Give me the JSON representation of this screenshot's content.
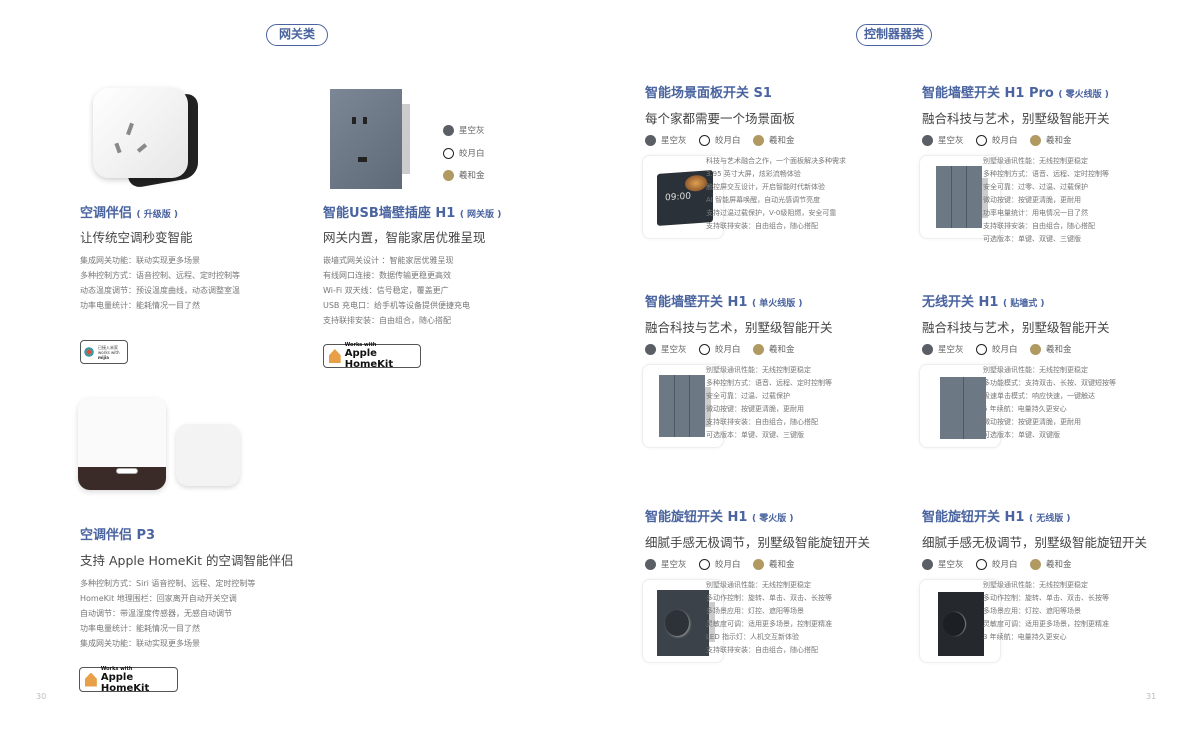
{
  "sections": {
    "left": "网关类",
    "right": "控制器器类"
  },
  "page_numbers": {
    "left": "30",
    "right": "31"
  },
  "colors": {
    "accent": "#4a64a0",
    "swatch_gray": "#5a5f66",
    "swatch_gold": "#b09a62"
  },
  "swatch_labels": [
    "星空灰",
    "皎月白",
    "羲和金"
  ],
  "left": {
    "p1": {
      "title": "空调伴侣",
      "variant": "( 升级版 )",
      "subtitle": "让传统空调秒变智能",
      "specs": [
        "集成网关功能：联动实现更多场景",
        "多种控制方式：语音控制、远程、定时控制等",
        "动态温度调节：预设温度曲线，动态调整室温",
        "功率电量统计：能耗情况一目了然"
      ],
      "badge": {
        "line1": "已接入米家",
        "line2": "works with",
        "line3": "mijia"
      }
    },
    "p2": {
      "title": "智能USB墙壁插座 H1",
      "variant": "( 网关版 )",
      "subtitle": "网关内置，智能家居优雅呈现",
      "specs": [
        "嵌墙式网关设计 ：智能家居优雅呈现",
        "有线网口连接：数据传输更稳更高效",
        "Wi-Fi 双天线：信号稳定，覆盖更广",
        "USB 充电口：给手机等设备提供便捷充电",
        "支持联排安装：自由组合，随心搭配"
      ],
      "badge": {
        "small": "Works with",
        "big": "Apple HomeKit"
      }
    },
    "p3": {
      "title": "空调伴侣 P3",
      "subtitle": "支持 Apple HomeKit 的空调智能伴侣",
      "specs": [
        "多种控制方式：Siri 语音控制、远程、定时控制等",
        "HomeKit 地理围栏：回家离开自动开关空调",
        "自动调节：带温湿度传感器，无感自动调节",
        "功率电量统计：能耗情况一目了然",
        "集成网关功能：联动实现更多场景"
      ],
      "badge": {
        "small": "Works with",
        "big": "Apple HomeKit"
      }
    }
  },
  "right": [
    {
      "title": "智能场景面板开关 S1",
      "variant": "",
      "subtitle": "每个家都需要一个场景面板",
      "image": "screen",
      "screen_time": "09:00",
      "specs": [
        "科技与艺术融合之作，一个面板解决多种需求",
        "3.95 英寸大屏，炫彩流畅体验",
        "触控屏交互设计，开启智能时代新体验",
        "AI 智能屏幕唤醒，自动光感调节亮度",
        "支持过温过载保护，V-0级阻燃，安全可靠",
        "支持联排安装：自由组合，随心搭配"
      ]
    },
    {
      "title": "智能墙壁开关 H1 Pro",
      "variant": "( 零火线版 )",
      "subtitle": "融合科技与艺术，别墅级智能开关",
      "image": "switch3",
      "specs": [
        "别墅级通讯性能：无线控制更稳定",
        "多种控制方式：语音、远程、定时控制等",
        "安全可靠：过零、过温、过载保护",
        "微动按键：按键更清脆，更耐用",
        "功率电量统计：用电情况一目了然",
        "支持联排安装：自由组合，随心搭配",
        "可选版本：单键、双键、三键版"
      ]
    },
    {
      "title": "智能墙壁开关 H1",
      "variant": "( 单火线版 )",
      "subtitle": "融合科技与艺术，别墅级智能开关",
      "image": "switch3",
      "specs": [
        "别墅级通讯性能：无线控制更稳定",
        "多种控制方式：语音、远程、定时控制等",
        "安全可靠：过温、过载保护",
        "微动按键：按键更清脆，更耐用",
        "支持联排安装：自由组合，随心搭配",
        "可选版本：单键、双键、三键版"
      ]
    },
    {
      "title": "无线开关 H1",
      "variant": "( 贴墙式 )",
      "subtitle": "融合科技与艺术，别墅级智能开关",
      "image": "switch2",
      "specs": [
        "别墅级通讯性能：无线控制更稳定",
        "多功能模式：支持双击、长按、双键短按等",
        "极速单击模式：响应快速，一键触达",
        "5 年续航：电量持久更安心",
        "微动按键：按键更清脆，更耐用",
        "可选版本：单键、双键版"
      ]
    },
    {
      "title": "智能旋钮开关 H1",
      "variant": "( 零火版 )",
      "subtitle": "细腻手感无极调节，别墅级智能旋钮开关",
      "image": "knob",
      "specs": [
        "别墅级通讯性能：无线控制更稳定",
        "多动作控制：旋转、单击、双击、长按等",
        "多场景应用：灯控、遮阳等场景",
        "灵敏度可调：适用更多场景，控制更精准",
        "LED 指示灯：人机交互新体验",
        "支持联排安装：自由组合，随心搭配"
      ]
    },
    {
      "title": "智能旋钮开关 H1",
      "variant": "( 无线版 )",
      "subtitle": "细腻手感无极调节，别墅级智能旋钮开关",
      "image": "knob2",
      "specs": [
        "别墅级通讯性能：无线控制更稳定",
        "多动作控制：旋转、单击、双击、长按等",
        "多场景应用：灯控、遮阳等场景",
        "灵敏度可调：适用更多场景，控制更精准",
        "3 年续航：电量持久更安心"
      ]
    }
  ]
}
